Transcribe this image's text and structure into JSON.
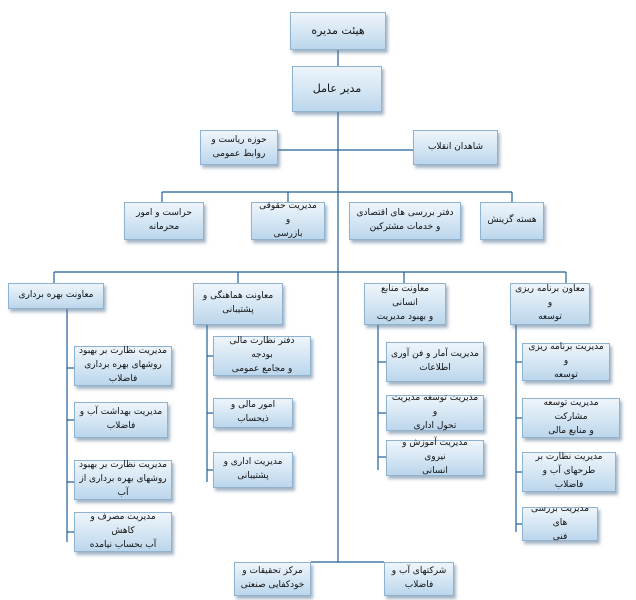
{
  "board": "هیئت مدیره",
  "ceo": "مدیر عامل",
  "advisors": {
    "public_relations": "حوزه ریاست و\nروابط عمومی",
    "revolution": "شاهدان انقلاب"
  },
  "staff": {
    "protection": "حراست و امور\nمحرمانه",
    "legal": "مدیریت حقوقی و\nبازرسی",
    "economic": "دفتر بررسی های اقتصادی\nو خدمات مشترکین",
    "selection": "هسته گزینش"
  },
  "deputies": {
    "operation": {
      "title": "معاونت بهره برداری",
      "units": [
        "مدیریت نظارت بر بهبود\nروشهای بهره برداری فاضلاب",
        "مدیریت بهداشت آب و\nفاضلاب",
        "مدیریت نظارت بر بهبود\nروشهای بهره برداری از آب",
        "مدیریت مصرف و کاهش\nآب بحساب نیامده"
      ]
    },
    "coordination": {
      "title": "معاونت هماهنگی و\nپشتیبانی",
      "units": [
        "دفتر نظارت مالی بودجه\nو مجامع عمومی",
        "امور مالی و ذیحساب",
        "مدیریت اداری و\nپشتیبانی"
      ]
    },
    "human_resources": {
      "title": "معاونت منابع انسانی\nو بهبود مدیریت",
      "units": [
        "مدیریت آمار و فن آوری\nاطلاعات",
        "مدیریت توسعه مدیریت و\nتحول اداری",
        "مدیریت آموزش و نیروی\nانسانی"
      ]
    },
    "planning": {
      "title": "معاون برنامه ریزی و\nتوسعه",
      "units": [
        "مدیریت برنامه ریزی و\nتوسعه",
        "مدیریت توسعه مشارکت\nو منابع مالی",
        "مدیریت نظارت بر\nطرحهای آب و فاضلاب",
        "مدیریت بررسی های\nفنی"
      ]
    }
  },
  "bottom": {
    "research": "مرکز تحقیقات و\nخودکفایی صنعتی",
    "companies": "شرکتهای آب و\nفاضلاب"
  }
}
